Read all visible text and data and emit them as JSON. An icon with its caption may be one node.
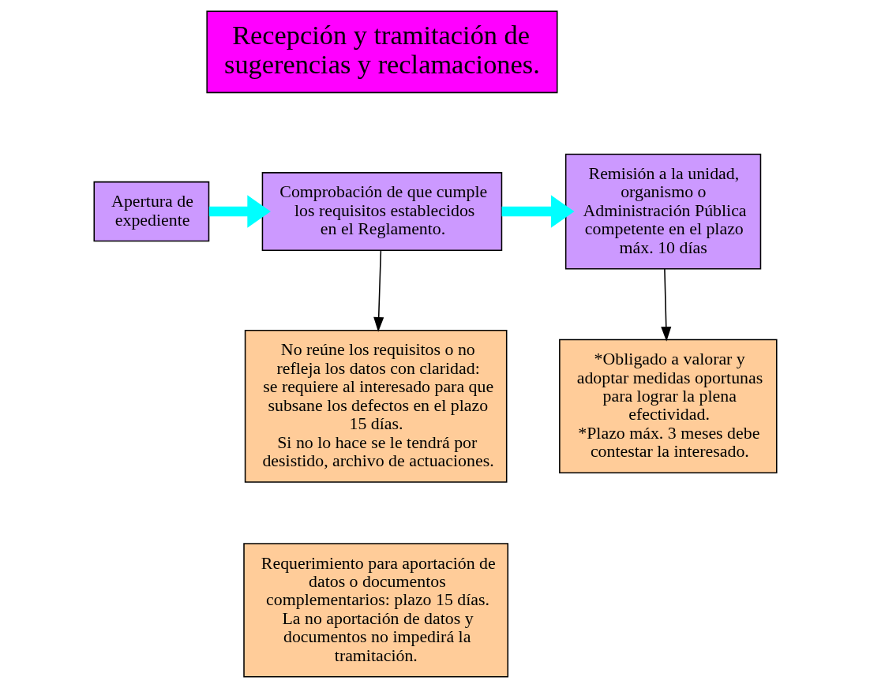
{
  "diagram": {
    "nodes": [
      {
        "text": [
          "Recepción y tramitación de sugerencias y reclamaciones."
        ]
      },
      {
        "text": [
          "Apertura de expediente"
        ]
      },
      {
        "text": [
          "Comprobación de que cumple los requisitos establecidos en el Reglamento."
        ]
      },
      {
        "text": [
          "Remisión a la unidad, organismo o Administración Pública competente en el plazo máx. 10 días"
        ]
      },
      {
        "text": [
          "No reúne los requisitos o no refleja los datos con claridad:",
          "se requiere al interesado para que subsane los defectos en el plazo 15 días.",
          "Si no lo hace se le tendrá por desistido, archivo de actuaciones."
        ]
      },
      {
        "text": [
          "*Obligado a valorar y adoptar medidas oportunas para lograr la plena efectividad.",
          "*Plazo máx. 3 meses debe contestar la interesado."
        ]
      },
      {
        "text": [
          "Requerimiento para aportación de datos o documentos complementarios: plazo 15 días.",
          "La no aportación de datos y documentos no impedirá la tramitación."
        ]
      }
    ],
    "edges": [
      {
        "from": 1,
        "to": 2,
        "arrow": "to",
        "style": "thick",
        "color": "#00ffff"
      },
      {
        "from": 2,
        "to": 3,
        "arrow": "to",
        "style": "thick",
        "color": "#00ffff"
      },
      {
        "from": 2,
        "to": 4,
        "arrow": "to",
        "color": "#000000"
      },
      {
        "from": 3,
        "to": 5,
        "arrow": "to",
        "color": "#000000"
      }
    ]
  }
}
